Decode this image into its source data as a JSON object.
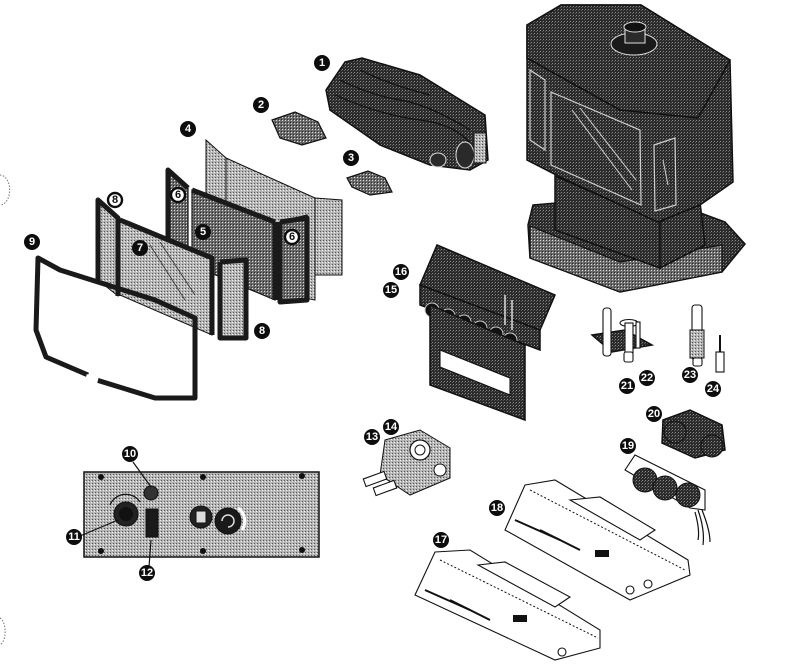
{
  "diagram": {
    "title": "",
    "type": "exploded-parts-diagram",
    "subject": "Gas stove with exploded components",
    "colors": {
      "ink": "#111111",
      "background": "#ffffff",
      "halftone": "#6b6b6b"
    },
    "callouts": [
      {
        "number": "1",
        "part": "log-set"
      },
      {
        "number": "2",
        "part": "ember-material-large"
      },
      {
        "number": "3",
        "part": "ember-material-small"
      },
      {
        "number": "4",
        "part": "firebox-liner-panels"
      },
      {
        "number": "5",
        "part": "inner-glass-panel"
      },
      {
        "number": "6",
        "part": "side-glass-panel",
        "count": 2
      },
      {
        "number": "7",
        "part": "front-glass-panel"
      },
      {
        "number": "8",
        "part": "glass-frame-side",
        "count": 2
      },
      {
        "number": "9",
        "part": "door-frame-gasket"
      },
      {
        "number": "10",
        "part": "control-panel-indicator"
      },
      {
        "number": "11",
        "part": "control-knob"
      },
      {
        "number": "12",
        "part": "control-switch"
      },
      {
        "number": "13",
        "part": "gas-valve"
      },
      {
        "number": "14",
        "part": "gas-valve-knob"
      },
      {
        "number": "15",
        "part": "burner-assembly"
      },
      {
        "number": "16",
        "part": "burner-pan"
      },
      {
        "number": "17",
        "part": "circuit-board-lower"
      },
      {
        "number": "18",
        "part": "circuit-board-upper"
      },
      {
        "number": "19",
        "part": "blower-assembly-with-bracket"
      },
      {
        "number": "20",
        "part": "blower-motor-pair"
      },
      {
        "number": "21",
        "part": "pilot-assembly"
      },
      {
        "number": "22",
        "part": "thermocouple"
      },
      {
        "number": "23",
        "part": "pilot-orifice"
      },
      {
        "number": "24",
        "part": "igniter-electrode"
      }
    ]
  }
}
